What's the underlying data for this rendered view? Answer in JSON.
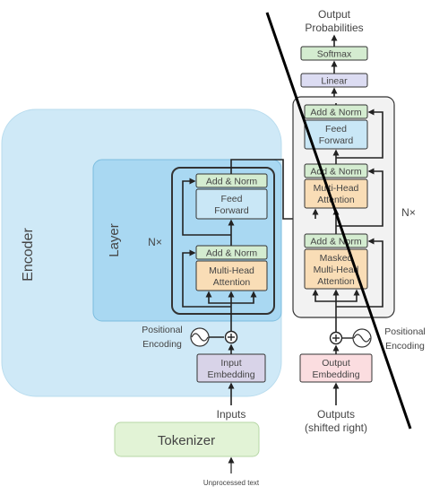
{
  "regions": {
    "encoder": "Encoder",
    "layer": "Layer"
  },
  "encoder_stack": {
    "repeat": "N×",
    "add_norm_top": "Add & Norm",
    "feed_forward": [
      "Feed",
      "Forward"
    ],
    "add_norm_bottom": "Add & Norm",
    "attention": [
      "Multi-Head",
      "Attention"
    ],
    "positional_encoding": [
      "Positional",
      "Encoding"
    ],
    "input_embedding": [
      "Input",
      "Embedding"
    ],
    "inputs": "Inputs"
  },
  "decoder_stack": {
    "output_probabilities": [
      "Output",
      "Probabilities"
    ],
    "softmax": "Softmax",
    "linear": "Linear",
    "add_norm_top": "Add & Norm",
    "feed_forward": [
      "Feed",
      "Forward"
    ],
    "add_norm_mid": "Add & Norm",
    "cross_attention": [
      "Multi-Head",
      "Attention"
    ],
    "add_norm_bottom": "Add & Norm",
    "masked_attention": [
      "Masked",
      "Multi-Head",
      "Attention"
    ],
    "repeat": "N×",
    "positional_encoding": [
      "Positional",
      "Encoding"
    ],
    "output_embedding": [
      "Output",
      "Embedding"
    ],
    "outputs": [
      "Outputs",
      "(shifted right)"
    ]
  },
  "tokenizer": {
    "label": "Tokenizer",
    "source": "Unprocessed text"
  },
  "colors": {
    "encoder_bg": "#cfe9f7",
    "layer_bg": "#a9d8f2",
    "add_norm": "#d4ecd0",
    "feed_forward": "#c9e7f6",
    "attention": "#f9ddb6",
    "softmax": "#d4ecd0",
    "linear": "#dcdcf2",
    "input_embedding": "#d8d3e8",
    "output_embedding": "#fbdde0",
    "tokenizer": "#e2f3d6",
    "strike_line": "#000000"
  }
}
